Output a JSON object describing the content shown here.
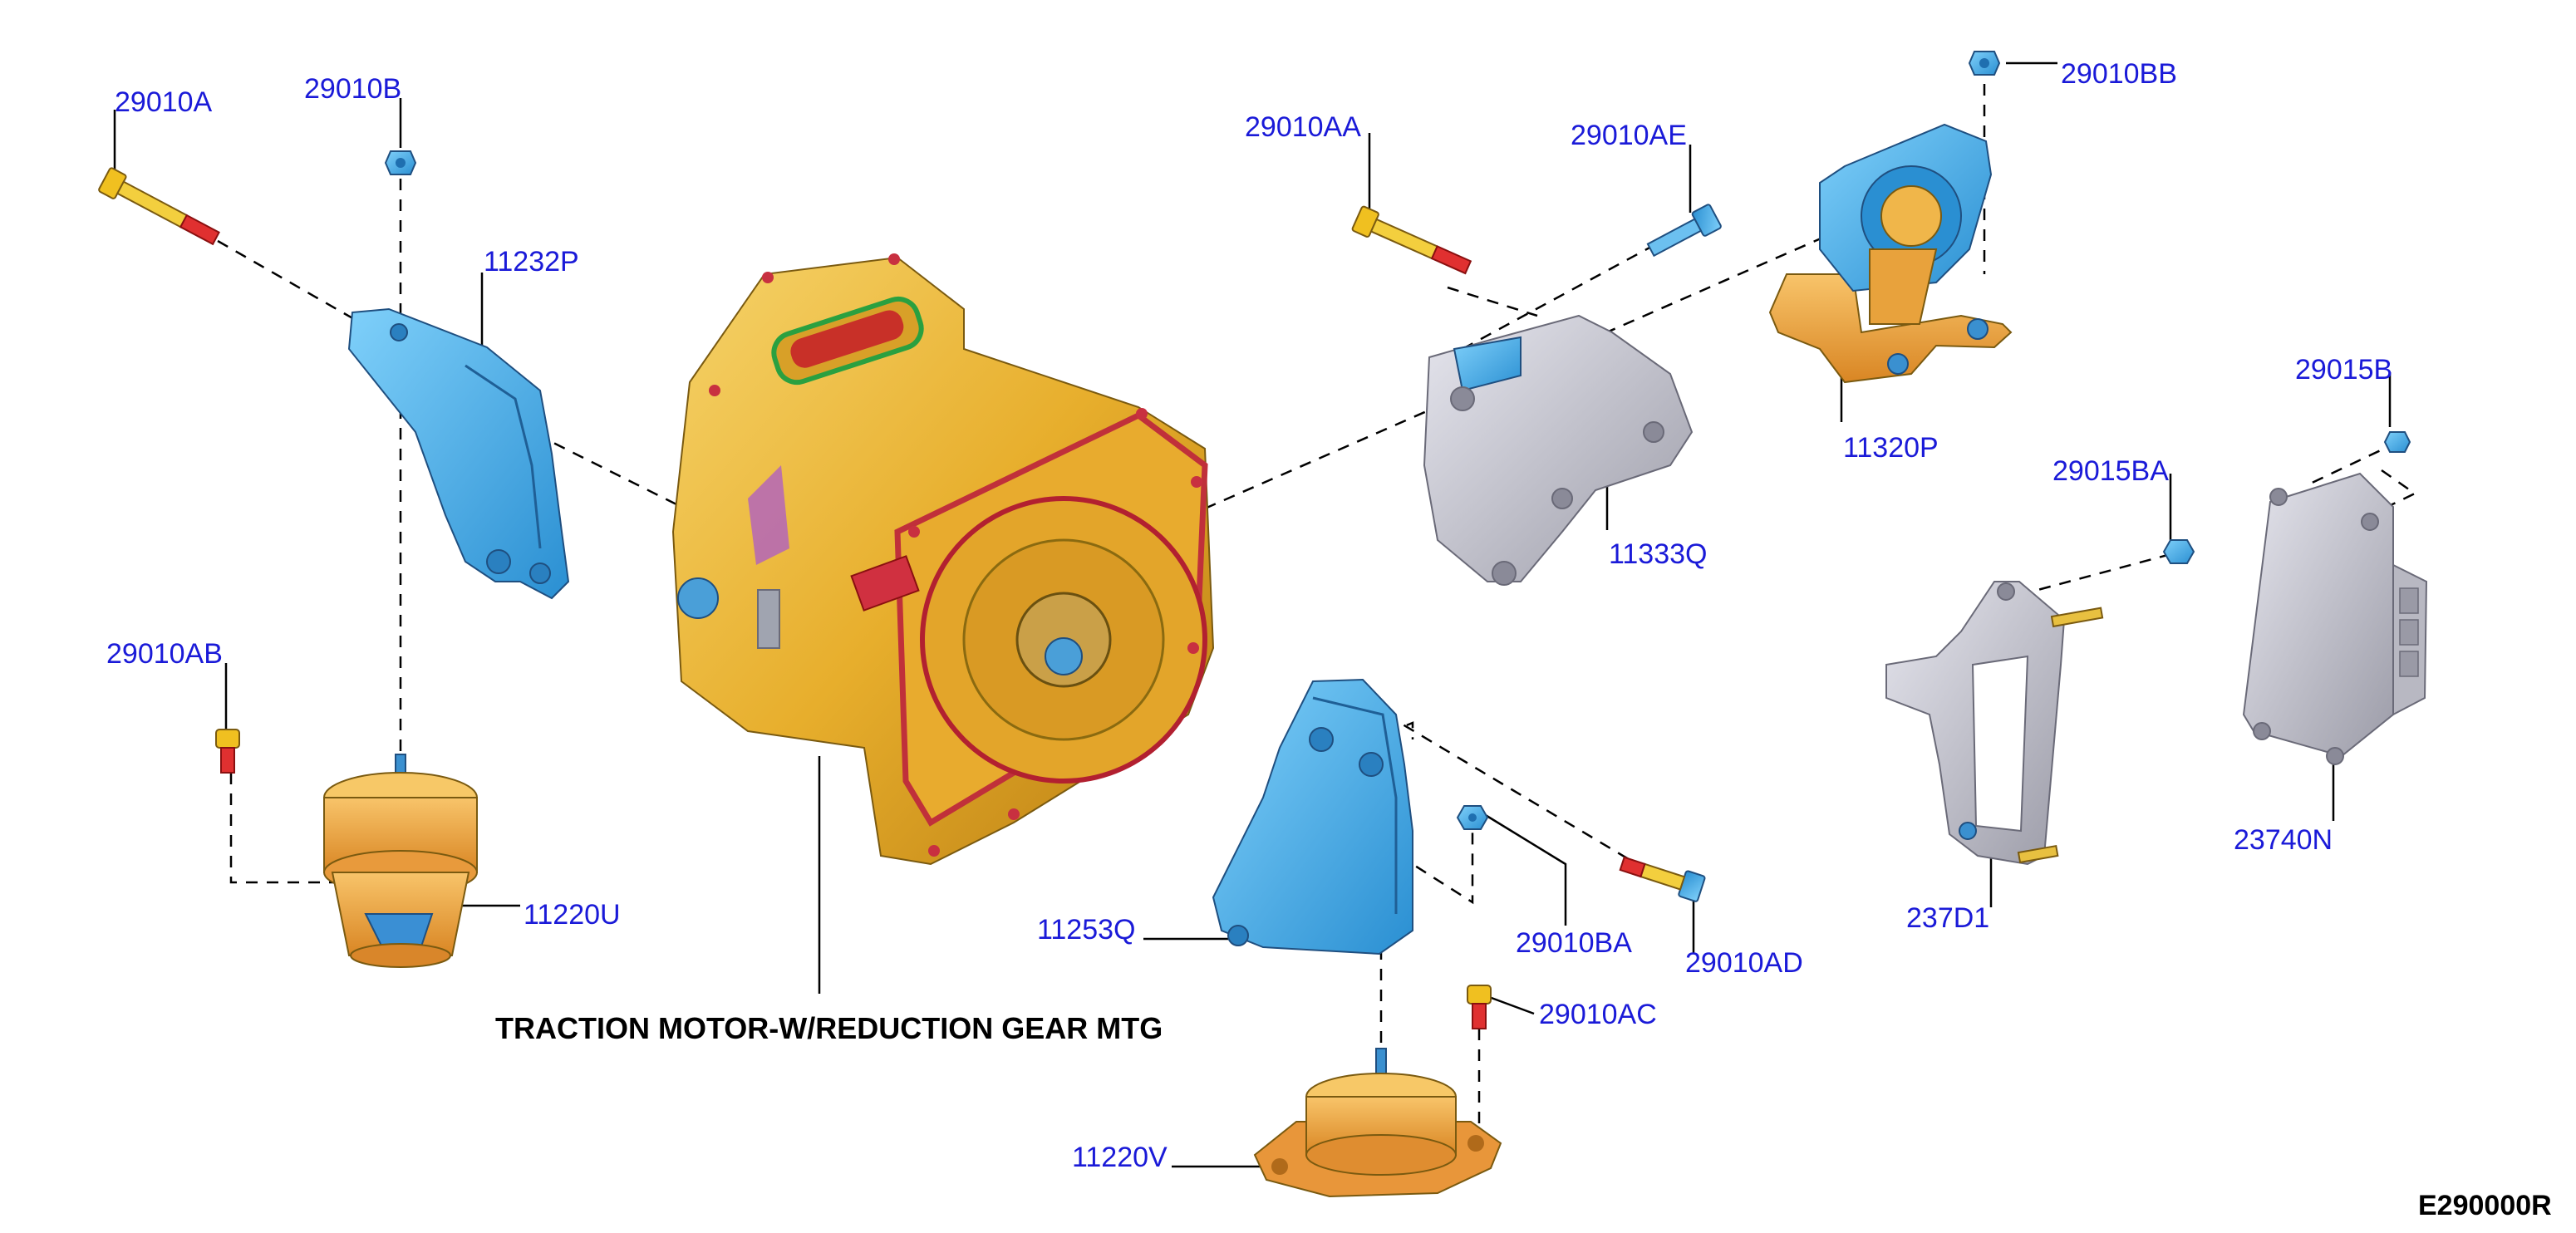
{
  "title": "TRACTION MOTOR-W/REDUCTION GEAR MTG",
  "figure_code": "E290000R",
  "labels": {
    "p29010A": "29010A",
    "p29010B": "29010B",
    "p11232P": "11232P",
    "p29010AB": "29010AB",
    "p11220U": "11220U",
    "p29010AA": "29010AA",
    "p29010AE": "29010AE",
    "p29010BB": "29010BB",
    "p11320P": "11320P",
    "p11333Q": "11333Q",
    "p29015B": "29015B",
    "p29015BA": "29015BA",
    "p23740N": "23740N",
    "p237D1": "237D1",
    "p11253Q": "11253Q",
    "p29010BA": "29010BA",
    "p29010AD": "29010AD",
    "p29010AC": "29010AC",
    "p11220V": "11220V"
  },
  "colors": {
    "label": "#1a1ad8",
    "motor_gold": "#e9b43a",
    "bracket_blue": "#3aa8e6",
    "mount_orange": "#e8a040",
    "bracket_grey": "#c6c6cf",
    "bolt_yellow": "#f0c020",
    "bolt_red": "#e03030"
  },
  "icons": {
    "motor": "traction-motor-icon",
    "bracket": "mounting-bracket-icon",
    "insulator": "engine-mount-insulator-icon",
    "bolt": "bolt-icon",
    "nut": "nut-icon",
    "controller": "control-module-icon"
  }
}
